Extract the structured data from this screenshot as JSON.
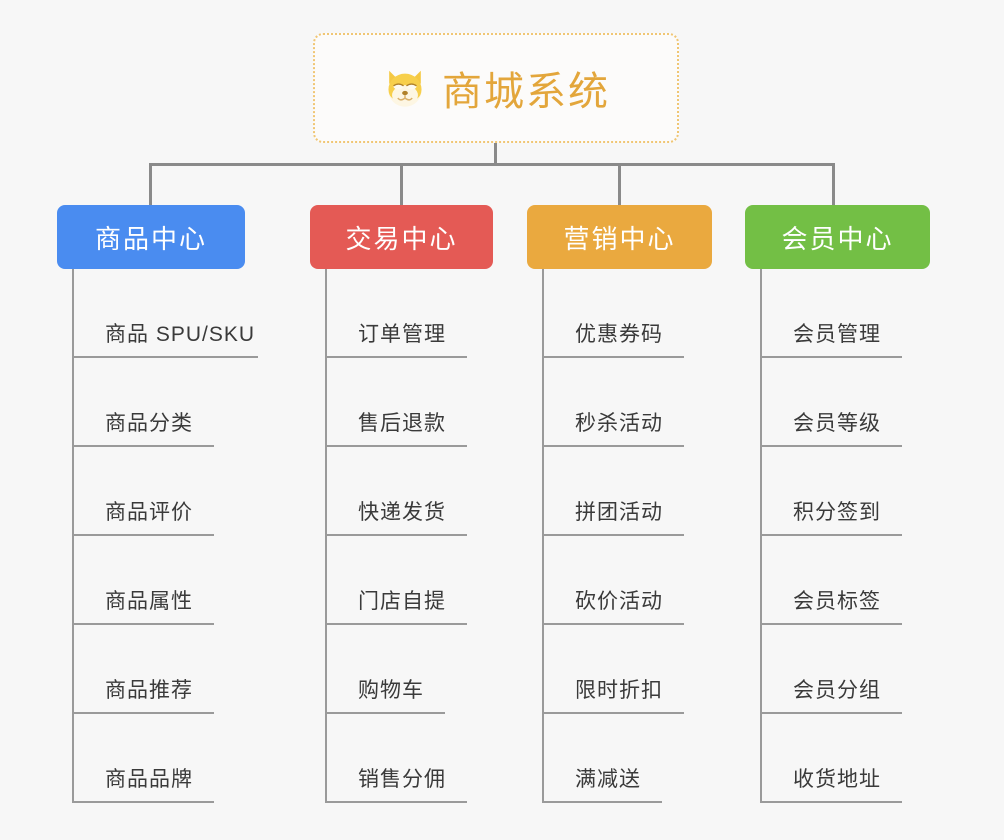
{
  "page": {
    "background_color": "#f7f7f7",
    "connector_color": "#8a8a8a"
  },
  "root": {
    "icon": "dog-face-emoji",
    "title": "商城系统",
    "title_color": "#e3a63b",
    "border_color": "#f0c674"
  },
  "departments": [
    {
      "label": "商品中心",
      "color": "#4a8cf0",
      "items": [
        "商品 SPU/SKU",
        "商品分类",
        "商品评价",
        "商品属性",
        "商品推荐",
        "商品品牌"
      ]
    },
    {
      "label": "交易中心",
      "color": "#e45a55",
      "items": [
        "订单管理",
        "售后退款",
        "快递发货",
        "门店自提",
        "购物车",
        "销售分佣"
      ]
    },
    {
      "label": "营销中心",
      "color": "#eaa93f",
      "items": [
        "优惠券码",
        "秒杀活动",
        "拼团活动",
        "砍价活动",
        "限时折扣",
        "满减送"
      ]
    },
    {
      "label": "会员中心",
      "color": "#73bf45",
      "items": [
        "会员管理",
        "会员等级",
        "积分签到",
        "会员标签",
        "会员分组",
        "收货地址"
      ]
    }
  ]
}
